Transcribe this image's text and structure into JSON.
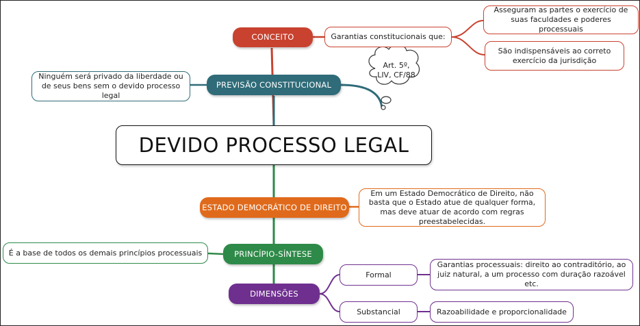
{
  "central_topic": "DEVIDO PROCESSO LEGAL",
  "colors": {
    "conceito": "#c8422f",
    "previsao": "#2f6b78",
    "estado": "#e06a1b",
    "sintese": "#2e8a48",
    "dimensoes": "#6f2f8f"
  },
  "branches": {
    "conceito": {
      "label": "CONCEITO",
      "child": "Garantias constitucionais que:",
      "leaves": [
        "Asseguram as partes o exercício de suas faculdades e poderes processuais",
        "São indispensáveis ao correto exercício da jurisdição"
      ]
    },
    "previsao": {
      "label": "PREVISÃO CONSTITUCIONAL",
      "detail": "Ninguém será privado da liberdade ou de seus bens sem o devido processo legal",
      "note": "Art. 5º, LIV, CF/88"
    },
    "estado": {
      "label": "ESTADO DEMOCRÁTICO DE DIREITO",
      "detail": "Em um Estado Democrático de Direito, não basta que o Estado atue de qualquer forma, mas deve atuar de acordo com regras preestabelecidas."
    },
    "sintese": {
      "label": "PRINCÍPIO-SÍNTESE",
      "detail": "É a base de todos os demais princípios processuais"
    },
    "dimensoes": {
      "label": "DIMENSÕES",
      "items": [
        {
          "label": "Formal",
          "detail": "Garantias processuais: direito ao contraditório, ao juiz natural, a um processo com duração razoável etc."
        },
        {
          "label": "Substancial",
          "detail": "Razoabilidade e proporcionalidade"
        }
      ]
    }
  }
}
